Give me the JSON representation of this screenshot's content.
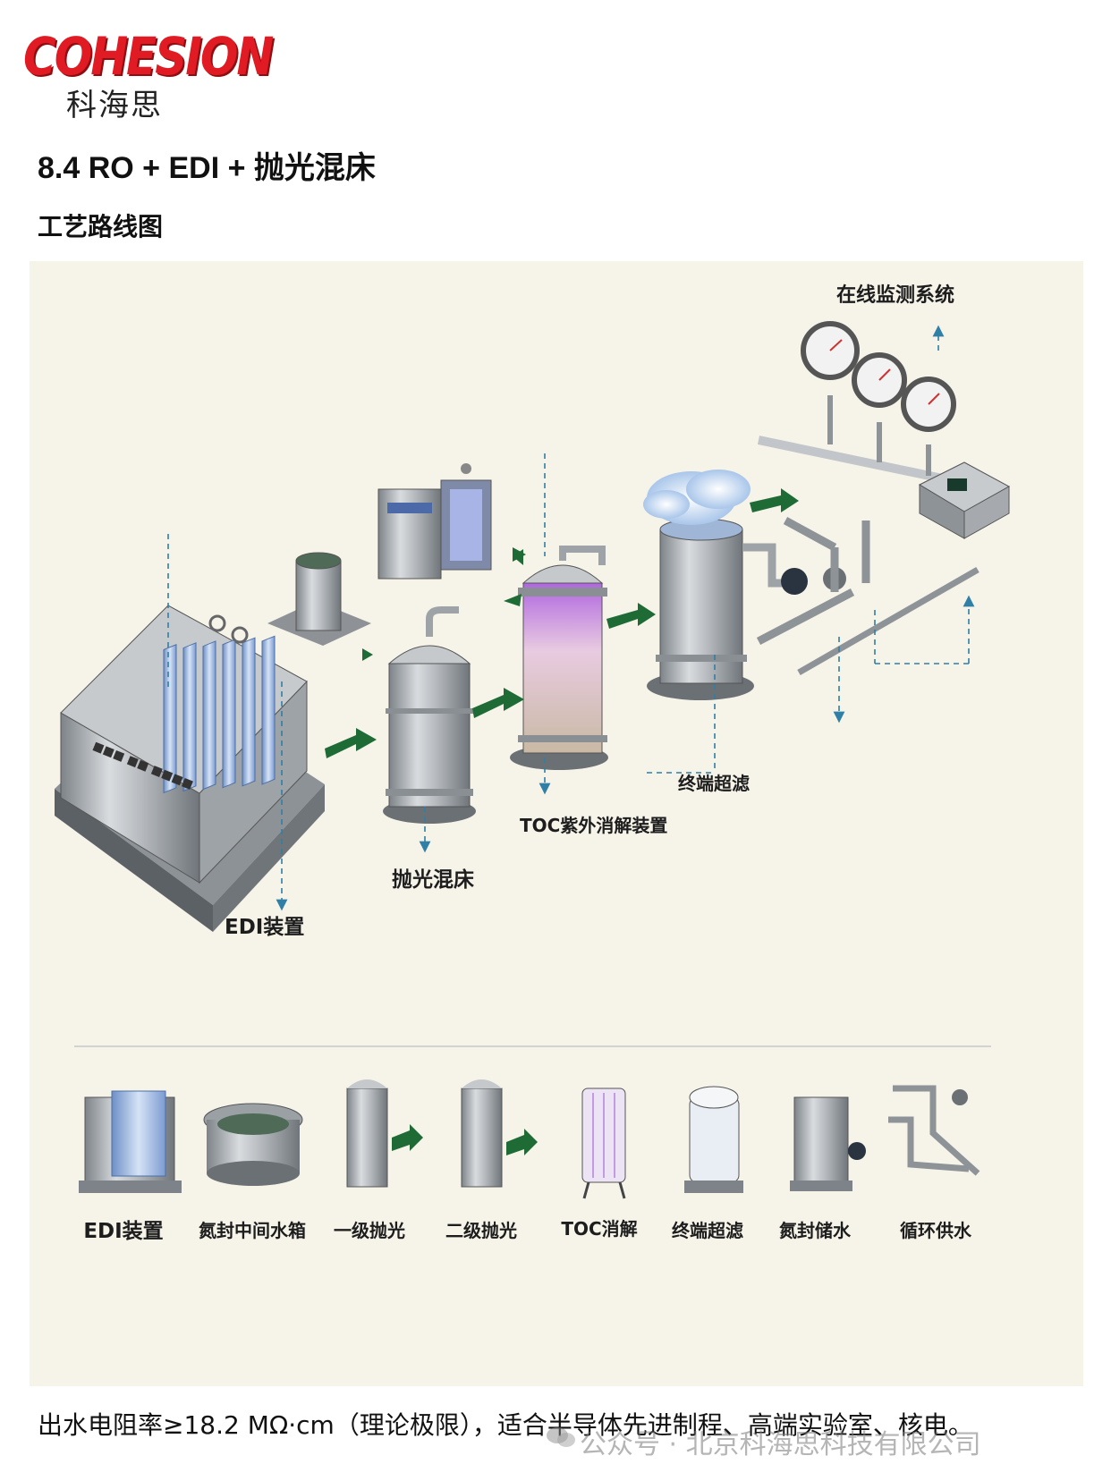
{
  "brand": {
    "logo_text": "COHESION",
    "cn_name": "科海思"
  },
  "header": {
    "title": "8.4 RO + EDI + 抛光混床",
    "subtitle": "工艺路线图"
  },
  "diagram": {
    "labels": {
      "edi": "EDI装置",
      "mixed_bed": "抛光混床",
      "toc_uv": "TOC紫外消解装置",
      "terminal_uf": "终端超滤",
      "monitoring": "在线监测系统"
    },
    "strip": [
      {
        "label": "EDI装置"
      },
      {
        "label": "氮封中间水箱"
      },
      {
        "label": "一级抛光"
      },
      {
        "label": "二级抛光"
      },
      {
        "label": "TOC消解"
      },
      {
        "label": "终端超滤"
      },
      {
        "label": "氮封储水"
      },
      {
        "label": "循环供水"
      }
    ],
    "colors": {
      "flow_arrow": "#1f6b35",
      "dashed_line": "#2f7fa6",
      "steel": "#a9adb2",
      "uv_glow": "#b066e0",
      "membrane": "#8fb3e6"
    }
  },
  "footer": {
    "note": "出水电阻率≥18.2 MΩ·cm（理论极限），适合半导体先进制程、高端实验室、核电。",
    "watermark": "公众号 · 北京科海思科技有限公司"
  }
}
